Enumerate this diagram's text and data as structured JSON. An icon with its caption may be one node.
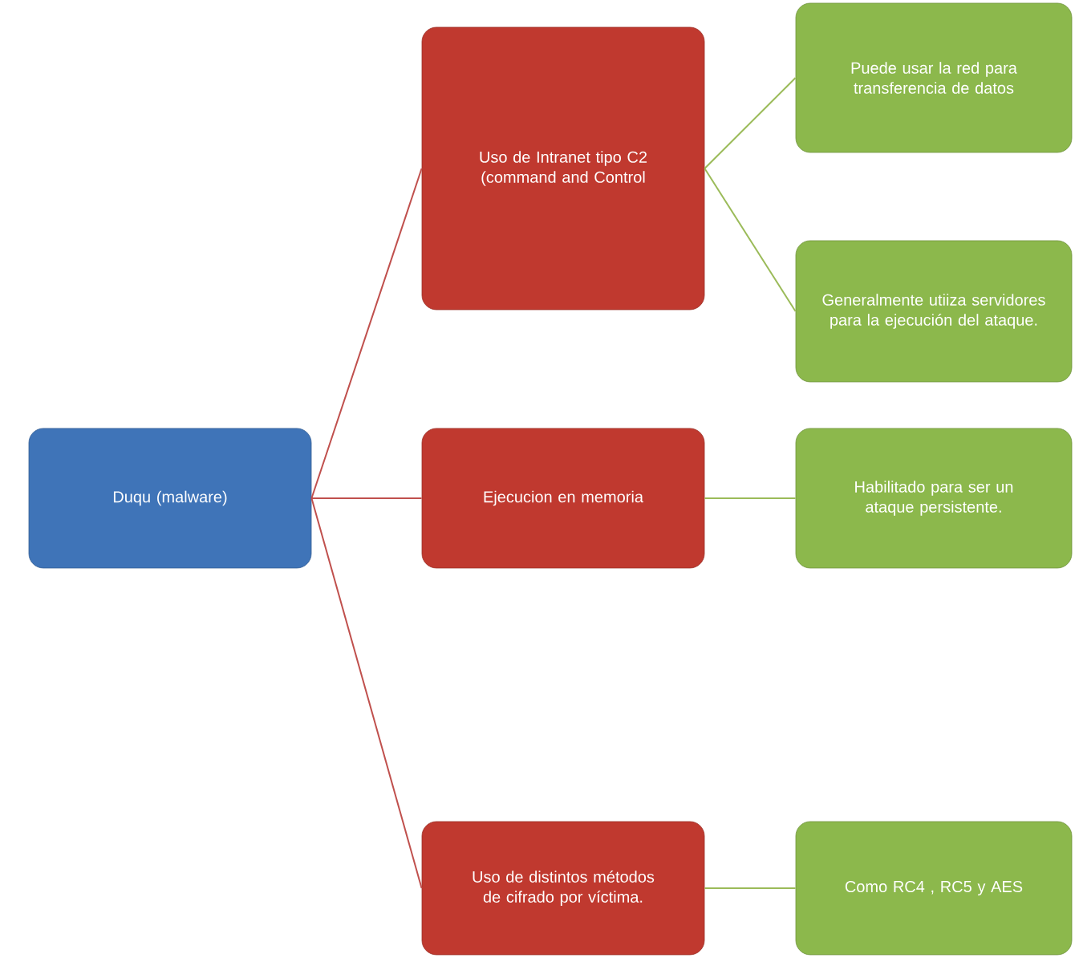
{
  "diagram": {
    "nodes": [
      {
        "text": [
          "Duqu (malware)"
        ]
      },
      {
        "text": [
          "Uso de Intranet tipo C2 (command and Control"
        ]
      },
      {
        "text": [
          "Puede usar la red para transferencia de datos"
        ]
      },
      {
        "text": [
          "Generalmente utiiza servidores para la ejecución del ataque."
        ]
      },
      {
        "text": [
          "Ejecucion en memoria"
        ]
      },
      {
        "text": [
          "Habilitado para ser un ataque persistente."
        ]
      },
      {
        "text": [
          "Uso de distintos métodos de cifrado por víctima."
        ]
      },
      {
        "text": [
          "Como RC4 , RC5 y AES"
        ]
      }
    ],
    "edges": [
      {
        "from": 0,
        "to": 1,
        "arrow": "none",
        "color": "#c0504d"
      },
      {
        "from": 0,
        "to": 4,
        "arrow": "none",
        "color": "#c0504d"
      },
      {
        "from": 0,
        "to": 6,
        "arrow": "none",
        "color": "#c0504d"
      },
      {
        "from": 1,
        "to": 2,
        "arrow": "none"
      },
      {
        "from": 1,
        "to": 3,
        "arrow": "none"
      },
      {
        "from": 4,
        "to": 5,
        "arrow": "none"
      },
      {
        "from": 6,
        "to": 7,
        "arrow": "none"
      }
    ]
  }
}
